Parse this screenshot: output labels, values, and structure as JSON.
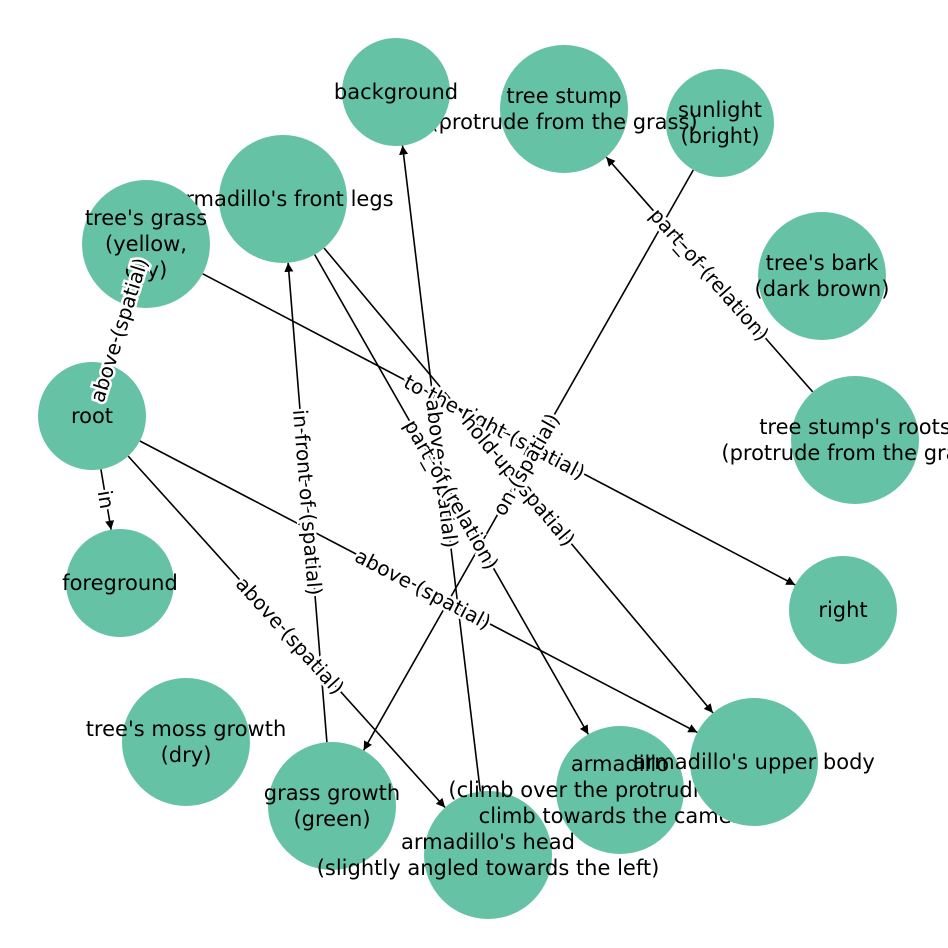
{
  "graph": {
    "node_color": "#66c2a5",
    "edge_color": "#000000",
    "background": "#ffffff",
    "nodes": [
      {
        "id": "root",
        "lines": [
          "root"
        ]
      },
      {
        "id": "foreground",
        "lines": [
          "foreground"
        ]
      },
      {
        "id": "tree_moss",
        "lines": [
          "tree's moss growth",
          "(dry)"
        ]
      },
      {
        "id": "grass_growth",
        "lines": [
          "grass growth",
          "(green)"
        ]
      },
      {
        "id": "armadillo_head",
        "lines": [
          "armadillo's head",
          "(slightly angled towards the left)"
        ]
      },
      {
        "id": "armadillo",
        "lines": [
          "armadillo",
          "(climb over the protruding roots,",
          "climb towards the camera)"
        ]
      },
      {
        "id": "upper_body",
        "lines": [
          "armadillo's upper body"
        ]
      },
      {
        "id": "right",
        "lines": [
          "right"
        ]
      },
      {
        "id": "stump_roots",
        "lines": [
          "tree stump's roots",
          "(protrude from the grass)"
        ]
      },
      {
        "id": "tree_bark",
        "lines": [
          "tree's bark",
          "(dark brown)"
        ]
      },
      {
        "id": "sunlight",
        "lines": [
          "sunlight",
          "(bright)"
        ]
      },
      {
        "id": "tree_stump",
        "lines": [
          "tree stump",
          "(protrude from the grass)"
        ]
      },
      {
        "id": "background",
        "lines": [
          "background"
        ]
      },
      {
        "id": "front_legs",
        "lines": [
          "armadillo's front legs"
        ]
      },
      {
        "id": "tree_grass",
        "lines": [
          "tree's grass",
          "(yellow,",
          "dry)"
        ]
      }
    ],
    "edges": [
      {
        "from": "root",
        "to": "foreground",
        "label": "in"
      },
      {
        "from": "tree_grass",
        "to": "root",
        "label": "above (spatial)"
      },
      {
        "from": "tree_grass",
        "to": "right",
        "label": "to the right (spatial)"
      },
      {
        "from": "root",
        "to": "armadillo_head",
        "label": "above (spatial)"
      },
      {
        "from": "root",
        "to": "upper_body",
        "label": "above (spatial)"
      },
      {
        "from": "grass_growth",
        "to": "front_legs",
        "label": "in front of (spatial)"
      },
      {
        "from": "armadillo_head",
        "to": "background",
        "label": "above (spatial)"
      },
      {
        "from": "front_legs",
        "to": "armadillo",
        "label": "part_of (relation)"
      },
      {
        "from": "front_legs",
        "to": "upper_body",
        "label": "hold up (spatial)"
      },
      {
        "from": "sunlight",
        "to": "grass_growth",
        "label": "on (spatial)"
      },
      {
        "from": "stump_roots",
        "to": "tree_stump",
        "label": "part_of (relation)"
      }
    ]
  }
}
